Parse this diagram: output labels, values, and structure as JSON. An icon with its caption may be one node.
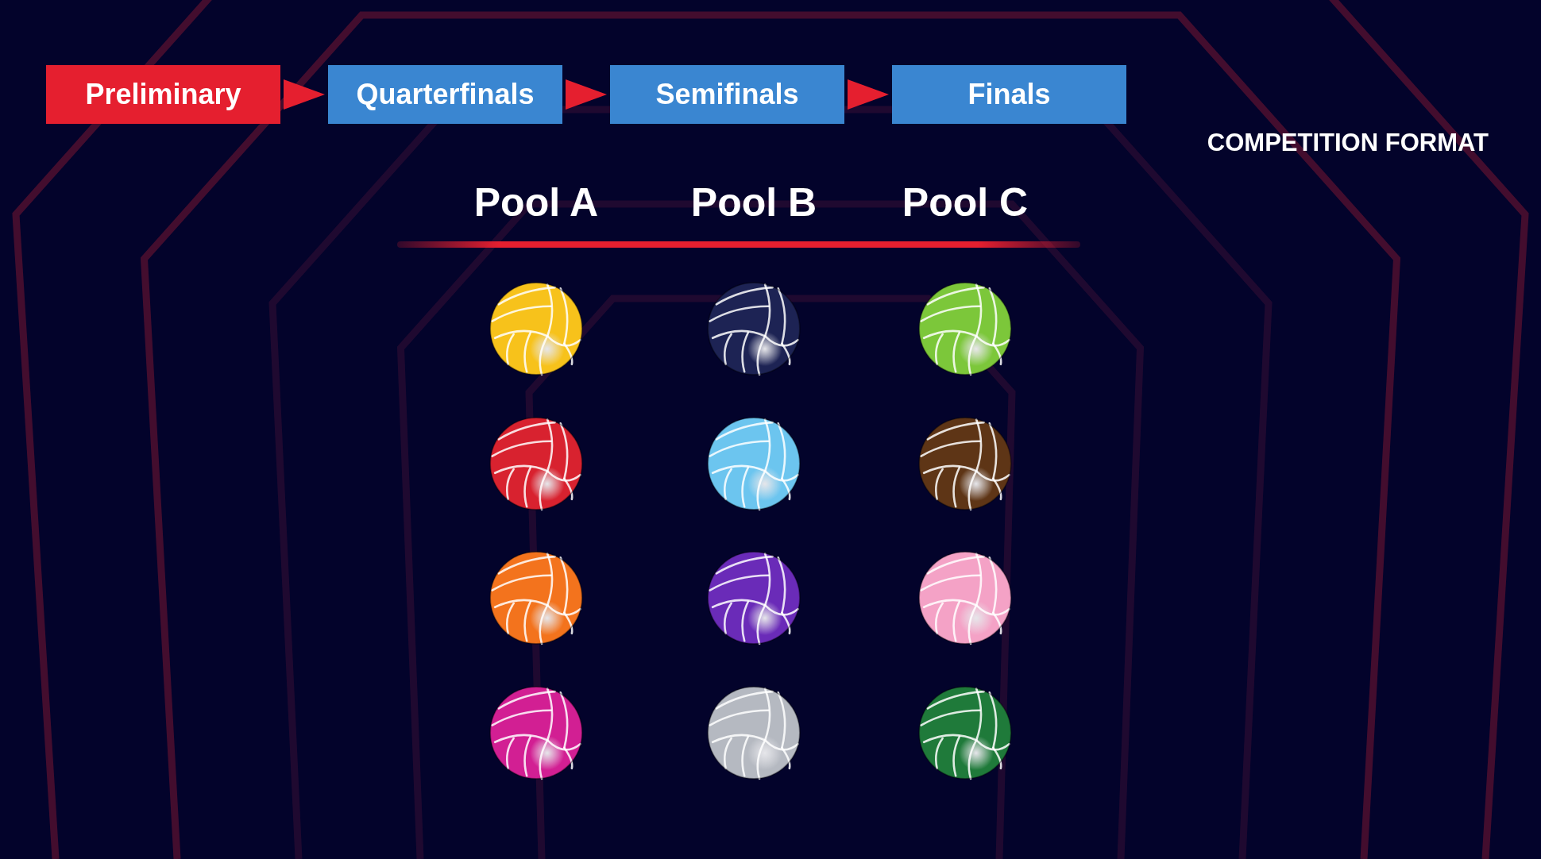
{
  "diagram": {
    "title": "COMPETITION FORMAT",
    "nodes": [
      {
        "text": [
          "Preliminary"
        ]
      },
      {
        "text": [
          "Quarterfinals"
        ]
      },
      {
        "text": [
          "Semifinals"
        ]
      },
      {
        "text": [
          "Finals"
        ]
      }
    ],
    "edges": [
      {
        "from": 0,
        "to": 1,
        "arrow": "to"
      },
      {
        "from": 1,
        "to": 2,
        "arrow": "to"
      },
      {
        "from": 2,
        "to": 3,
        "arrow": "to"
      }
    ],
    "labels": [
      "Pool A",
      "Pool B",
      "Pool C"
    ]
  }
}
